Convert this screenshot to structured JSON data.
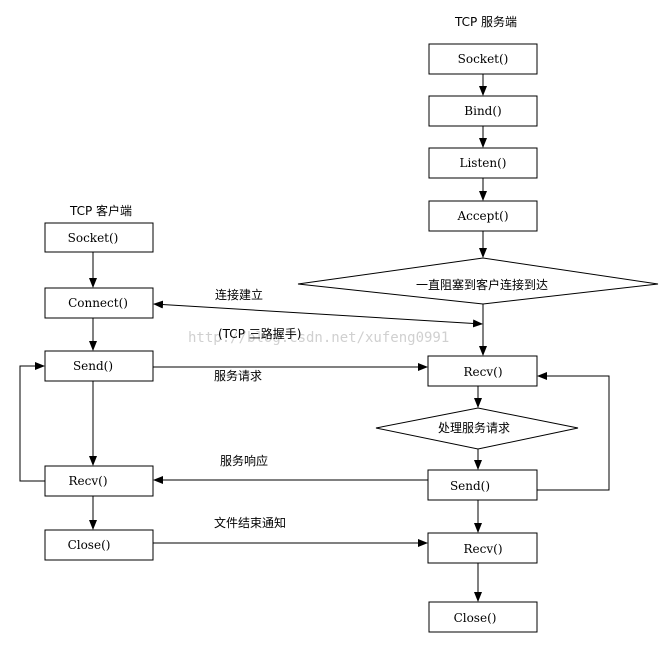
{
  "server": {
    "title": "TCP 服务端",
    "socket": "Socket()",
    "bind": "Bind()",
    "listen": "Listen()",
    "accept": "Accept()",
    "block_wait": "一直阻塞到客户连接到达",
    "recv1": "Recv()",
    "process": "处理服务请求",
    "send": "Send()",
    "recv2": "Recv()",
    "close": "Close()"
  },
  "client": {
    "title": "TCP 客户端",
    "socket": "Socket()",
    "connect": "Connect()",
    "send": "Send()",
    "recv": "Recv()",
    "close": "Close()"
  },
  "edges": {
    "connect": "连接建立",
    "handshake": "(TCP 三路握手)",
    "request": "服务请求",
    "response": "服务响应",
    "close_notify": "文件结束通知"
  },
  "watermark": "http://blog.csdn.net/xufeng0991"
}
